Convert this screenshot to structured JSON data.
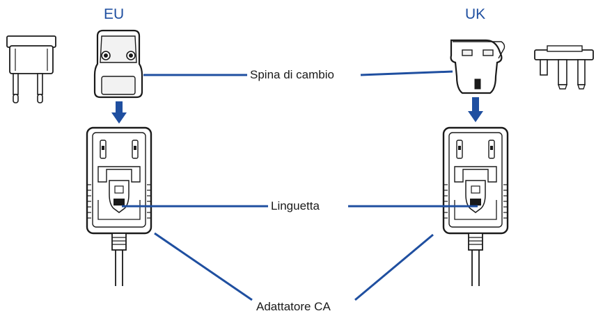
{
  "regions": {
    "eu": "EU",
    "uk": "UK"
  },
  "labels": {
    "plug_change": "Spina di cambio",
    "tab": "Linguetta",
    "ac_adapter": "Adattatore CA"
  },
  "colors": {
    "accent": "#1f4fa0",
    "outline": "#1a1a1a",
    "fill_light": "#f2f2f2",
    "background": "#ffffff"
  }
}
